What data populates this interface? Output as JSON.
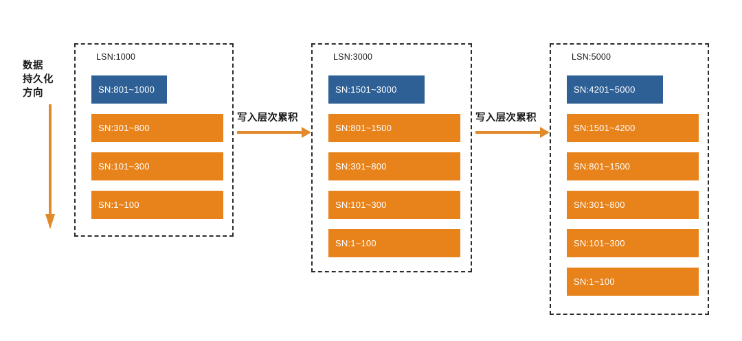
{
  "diagram": {
    "direction_note": {
      "lines": [
        "数据",
        "持久化",
        "方向"
      ],
      "arrow_icon": "down-arrow-icon"
    },
    "flow_arrows": [
      {
        "label": "写入层次累积",
        "icon": "right-arrow-icon"
      },
      {
        "label": "写入层次累积",
        "icon": "right-arrow-icon"
      }
    ],
    "colors": {
      "blue_bar": "#2E6096",
      "orange_bar": "#E8821A",
      "arrow": "#E18A2B",
      "box_border": "#2b2b2b",
      "background": "#ffffff"
    },
    "groups": [
      {
        "lsn_label": "LSN:1000",
        "bars": [
          {
            "label": "SN:801~1000",
            "color": "blue"
          },
          {
            "label": "SN:301~800",
            "color": "orange"
          },
          {
            "label": "SN:101~300",
            "color": "orange"
          },
          {
            "label": "SN:1~100",
            "color": "orange"
          }
        ]
      },
      {
        "lsn_label": "LSN:3000",
        "bars": [
          {
            "label": "SN:1501~3000",
            "color": "blue"
          },
          {
            "label": "SN:801~1500",
            "color": "orange"
          },
          {
            "label": "SN:301~800",
            "color": "orange"
          },
          {
            "label": "SN:101~300",
            "color": "orange"
          },
          {
            "label": "SN:1~100",
            "color": "orange"
          }
        ]
      },
      {
        "lsn_label": "LSN:5000",
        "bars": [
          {
            "label": "SN:4201~5000",
            "color": "blue"
          },
          {
            "label": "SN:1501~4200",
            "color": "orange"
          },
          {
            "label": "SN:801~1500",
            "color": "orange"
          },
          {
            "label": "SN:301~800",
            "color": "orange"
          },
          {
            "label": "SN:101~300",
            "color": "orange"
          },
          {
            "label": "SN:1~100",
            "color": "orange"
          }
        ]
      }
    ]
  }
}
